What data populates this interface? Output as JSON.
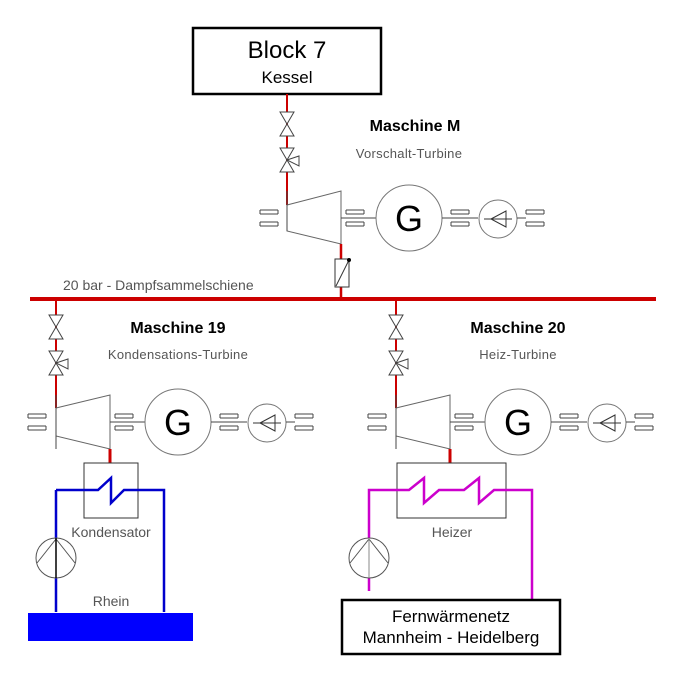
{
  "colors": {
    "steam": "#cc0000",
    "cooling_water": "#0000cc",
    "district_heat": "#cc00cc",
    "river_fill": "#0000ff",
    "outline": "#000000",
    "equipment": "#777777"
  },
  "boiler": {
    "line1": "Block 7",
    "line2": "Kessel"
  },
  "machine_m": {
    "name": "Maschine M",
    "type": "Vorschalt-Turbine",
    "generator": "G"
  },
  "steam_header": {
    "label": "20 bar - Dampfsammelschiene"
  },
  "machine_19": {
    "name": "Maschine 19",
    "type": "Kondensations-Turbine",
    "generator": "G",
    "exchanger_label": "Kondensator",
    "sink_label": "Rhein"
  },
  "machine_20": {
    "name": "Maschine 20",
    "type": "Heiz-Turbine",
    "generator": "G",
    "exchanger_label": "Heizer",
    "network_line1": "Fernwärmenetz",
    "network_line2": "Mannheim - Heidelberg"
  },
  "icons": [
    "valve-icon",
    "control-valve-icon",
    "turbine-icon",
    "generator-icon",
    "exciter-diode-icon",
    "coupling-icon",
    "pump-icon",
    "heat-exchanger-icon",
    "pressure-reducer-icon"
  ]
}
